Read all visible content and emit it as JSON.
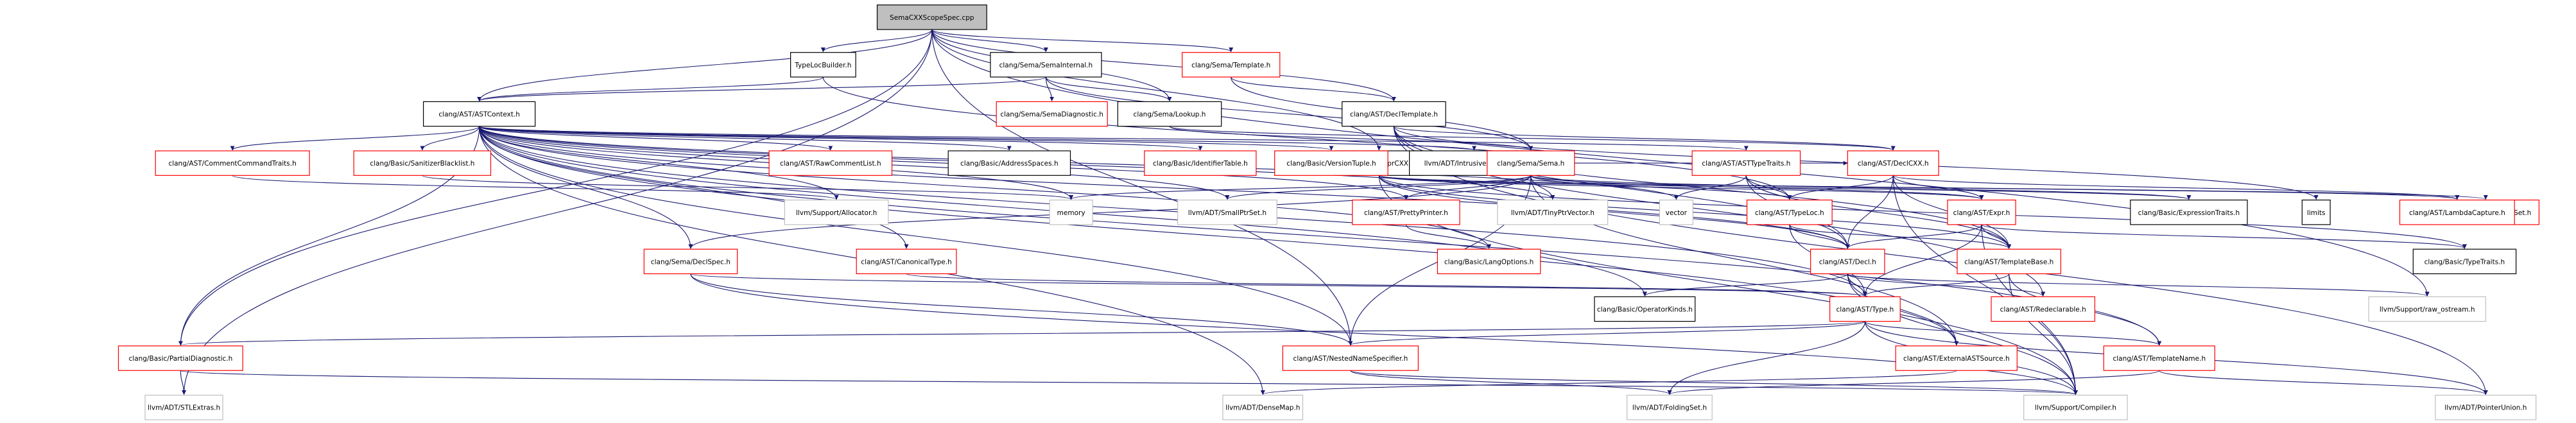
{
  "graph": {
    "nodes": [
      {
        "id": "root",
        "label": "SemaCXXScopeSpec.cpp",
        "style": "root"
      },
      {
        "id": "typelocbuilder",
        "label": "TypeLocBuilder.h",
        "style": "plain"
      },
      {
        "id": "semainternal",
        "label": "clang/Sema/SemaInternal.h",
        "style": "plain"
      },
      {
        "id": "semantemplate",
        "label": "clang/Sema/Template.h",
        "style": "red"
      },
      {
        "id": "astcontext",
        "label": "clang/AST/ASTContext.h",
        "style": "plain"
      },
      {
        "id": "semadiagnostic",
        "label": "clang/Sema/SemaDiagnostic.h",
        "style": "red"
      },
      {
        "id": "lookup",
        "label": "clang/Sema/Lookup.h",
        "style": "plain"
      },
      {
        "id": "decltemplate",
        "label": "clang/AST/DeclTemplate.h",
        "style": "plain"
      },
      {
        "id": "exprcxx",
        "label": "clang/AST/ExprCXX.h",
        "style": "plain"
      },
      {
        "id": "commentcommandtraits",
        "label": "clang/AST/CommentCommandTraits.h",
        "style": "red"
      },
      {
        "id": "sanitizerblacklist",
        "label": "clang/Basic/SanitizerBlacklist.h",
        "style": "red"
      },
      {
        "id": "rawcommentlist",
        "label": "clang/AST/RawCommentList.h",
        "style": "red"
      },
      {
        "id": "addressspaces",
        "label": "clang/Basic/AddressSpaces.h",
        "style": "plain"
      },
      {
        "id": "identifiertable",
        "label": "clang/Basic/IdentifierTable.h",
        "style": "red"
      },
      {
        "id": "versiontuple",
        "label": "clang/Basic/VersionTuple.h",
        "style": "red"
      },
      {
        "id": "intrusiverefcntptr",
        "label": "llvm/ADT/IntrusiveRefCntPtr.h",
        "style": "plain"
      },
      {
        "id": "semah",
        "label": "clang/Sema/Sema.h",
        "style": "red"
      },
      {
        "id": "asttypetraits",
        "label": "clang/AST/ASTTypeTraits.h",
        "style": "red"
      },
      {
        "id": "declcxx",
        "label": "clang/AST/DeclCXX.h",
        "style": "red"
      },
      {
        "id": "limits",
        "label": "limits",
        "style": "plain"
      },
      {
        "id": "unresolvedset",
        "label": "clang/AST/UnresolvedSet.h",
        "style": "red"
      },
      {
        "id": "allocator",
        "label": "llvm/Support/Allocator.h",
        "style": "gray"
      },
      {
        "id": "memory",
        "label": "memory",
        "style": "gray"
      },
      {
        "id": "smallptrset",
        "label": "llvm/ADT/SmallPtrSet.h",
        "style": "gray"
      },
      {
        "id": "prettyprinter",
        "label": "clang/AST/PrettyPrinter.h",
        "style": "red"
      },
      {
        "id": "tinyptrvector",
        "label": "llvm/ADT/TinyPtrVector.h",
        "style": "gray"
      },
      {
        "id": "vector",
        "label": "vector",
        "style": "gray"
      },
      {
        "id": "typeloc",
        "label": "clang/AST/TypeLoc.h",
        "style": "red"
      },
      {
        "id": "expr",
        "label": "clang/AST/Expr.h",
        "style": "red"
      },
      {
        "id": "expressiontraits",
        "label": "clang/Basic/ExpressionTraits.h",
        "style": "plain"
      },
      {
        "id": "lambdacapture",
        "label": "clang/AST/LambdaCapture.h",
        "style": "red"
      },
      {
        "id": "langoptions",
        "label": "clang/Basic/LangOptions.h",
        "style": "red"
      },
      {
        "id": "declspec",
        "label": "clang/Sema/DeclSpec.h",
        "style": "red"
      },
      {
        "id": "canonicaltype",
        "label": "clang/AST/CanonicalType.h",
        "style": "red"
      },
      {
        "id": "decl",
        "label": "clang/AST/Decl.h",
        "style": "red"
      },
      {
        "id": "templatebase",
        "label": "clang/AST/TemplateBase.h",
        "style": "red"
      },
      {
        "id": "typetraits",
        "label": "clang/Basic/TypeTraits.h",
        "style": "plain"
      },
      {
        "id": "operatorkinds",
        "label": "clang/Basic/OperatorKinds.h",
        "style": "plain"
      },
      {
        "id": "redeclarable",
        "label": "clang/AST/Redeclarable.h",
        "style": "red"
      },
      {
        "id": "rawostream",
        "label": "llvm/Support/raw_ostream.h",
        "style": "gray"
      },
      {
        "id": "typeh",
        "label": "clang/AST/Type.h",
        "style": "red"
      },
      {
        "id": "partialdiagnostic",
        "label": "clang/Basic/PartialDiagnostic.h",
        "style": "red"
      },
      {
        "id": "nestednamespecifier",
        "label": "clang/AST/NestedNameSpecifier.h",
        "style": "red"
      },
      {
        "id": "externalastsource",
        "label": "clang/AST/ExternalASTSource.h",
        "style": "red"
      },
      {
        "id": "templatename",
        "label": "clang/AST/TemplateName.h",
        "style": "red"
      },
      {
        "id": "stlextras",
        "label": "llvm/ADT/STLExtras.h",
        "style": "gray"
      },
      {
        "id": "densemap",
        "label": "llvm/ADT/DenseMap.h",
        "style": "gray"
      },
      {
        "id": "foldingset",
        "label": "llvm/ADT/FoldingSet.h",
        "style": "gray"
      },
      {
        "id": "compiler",
        "label": "llvm/Support/Compiler.h",
        "style": "gray"
      },
      {
        "id": "pointerunion",
        "label": "llvm/ADT/PointerUnion.h",
        "style": "gray"
      }
    ],
    "edges": [
      [
        "root",
        "typelocbuilder"
      ],
      [
        "root",
        "semainternal"
      ],
      [
        "root",
        "semantemplate"
      ],
      [
        "root",
        "astcontext"
      ],
      [
        "root",
        "lookup"
      ],
      [
        "root",
        "decltemplate"
      ],
      [
        "root",
        "exprcxx"
      ],
      [
        "root",
        "nestednamespecifier"
      ],
      [
        "root",
        "partialdiagnostic"
      ],
      [
        "root",
        "stlextras"
      ],
      [
        "root",
        "rawostream"
      ],
      [
        "typelocbuilder",
        "astcontext"
      ],
      [
        "typelocbuilder",
        "typeloc"
      ],
      [
        "semainternal",
        "semadiagnostic"
      ],
      [
        "semainternal",
        "semah"
      ],
      [
        "semainternal",
        "lookup"
      ],
      [
        "semainternal",
        "astcontext"
      ],
      [
        "semantemplate",
        "decltemplate"
      ],
      [
        "semantemplate",
        "semah"
      ],
      [
        "lookup",
        "semah"
      ],
      [
        "lookup",
        "declcxx"
      ],
      [
        "decltemplate",
        "declcxx"
      ],
      [
        "decltemplate",
        "limits"
      ],
      [
        "decltemplate",
        "templatebase"
      ],
      [
        "decltemplate",
        "redeclarable"
      ],
      [
        "decltemplate",
        "decl"
      ],
      [
        "decltemplate",
        "pointerunion"
      ],
      [
        "exprcxx",
        "declcxx"
      ],
      [
        "exprcxx",
        "lambdacapture"
      ],
      [
        "exprcxx",
        "unresolvedset"
      ],
      [
        "exprcxx",
        "expressiontraits"
      ],
      [
        "exprcxx",
        "typetraits"
      ],
      [
        "exprcxx",
        "templatebase"
      ],
      [
        "exprcxx",
        "expr"
      ],
      [
        "exprcxx",
        "decl"
      ],
      [
        "exprcxx",
        "compiler"
      ],
      [
        "astcontext",
        "commentcommandtraits"
      ],
      [
        "astcontext",
        "sanitizerblacklist"
      ],
      [
        "astcontext",
        "rawcommentlist"
      ],
      [
        "astcontext",
        "addressspaces"
      ],
      [
        "astcontext",
        "identifiertable"
      ],
      [
        "astcontext",
        "versiontuple"
      ],
      [
        "astcontext",
        "intrusiverefcntptr"
      ],
      [
        "astcontext",
        "asttypetraits"
      ],
      [
        "astcontext",
        "allocator"
      ],
      [
        "astcontext",
        "memory"
      ],
      [
        "astcontext",
        "smallptrset"
      ],
      [
        "astcontext",
        "prettyprinter"
      ],
      [
        "astcontext",
        "tinyptrvector"
      ],
      [
        "astcontext",
        "vector"
      ],
      [
        "astcontext",
        "declspec"
      ],
      [
        "astcontext",
        "canonicaltype"
      ],
      [
        "astcontext",
        "langoptions"
      ],
      [
        "astcontext",
        "operatorkinds"
      ],
      [
        "astcontext",
        "decl"
      ],
      [
        "astcontext",
        "typeh"
      ],
      [
        "astcontext",
        "partialdiagnostic"
      ],
      [
        "astcontext",
        "nestednamespecifier"
      ],
      [
        "astcontext",
        "externalastsource"
      ],
      [
        "astcontext",
        "templatename"
      ],
      [
        "astcontext",
        "densemap"
      ],
      [
        "commentcommandtraits",
        "allocator"
      ],
      [
        "sanitizerblacklist",
        "memory"
      ],
      [
        "semah",
        "smallptrset"
      ],
      [
        "semah",
        "tinyptrvector"
      ],
      [
        "semah",
        "prettyprinter"
      ],
      [
        "semah",
        "typeloc"
      ],
      [
        "semah",
        "expr"
      ],
      [
        "semah",
        "expressiontraits"
      ],
      [
        "semah",
        "externalastsource"
      ],
      [
        "semah",
        "nestednamespecifier"
      ],
      [
        "semah",
        "declspec"
      ],
      [
        "semah",
        "memory"
      ],
      [
        "asttypetraits",
        "typeloc"
      ],
      [
        "asttypetraits",
        "decl"
      ],
      [
        "asttypetraits",
        "templatebase"
      ],
      [
        "asttypetraits",
        "vector"
      ],
      [
        "declcxx",
        "typeloc"
      ],
      [
        "declcxx",
        "expr"
      ],
      [
        "declcxx",
        "lambdacapture"
      ],
      [
        "declcxx",
        "decl"
      ],
      [
        "declcxx",
        "templatebase"
      ],
      [
        "declcxx",
        "compiler"
      ],
      [
        "prettyprinter",
        "langoptions"
      ],
      [
        "typeloc",
        "decl"
      ],
      [
        "typeloc",
        "templatebase"
      ],
      [
        "typeloc",
        "typeh"
      ],
      [
        "expr",
        "decl"
      ],
      [
        "expr",
        "templatebase"
      ],
      [
        "expr",
        "typetraits"
      ],
      [
        "expr",
        "typeh"
      ],
      [
        "expr",
        "compiler"
      ],
      [
        "declspec",
        "nestednamespecifier"
      ],
      [
        "declspec",
        "typeh"
      ],
      [
        "declspec",
        "compiler"
      ],
      [
        "canonicaltype",
        "typeh"
      ],
      [
        "decl",
        "operatorkinds"
      ],
      [
        "decl",
        "redeclarable"
      ],
      [
        "decl",
        "rawostream"
      ],
      [
        "decl",
        "externalastsource"
      ],
      [
        "decl",
        "typeh"
      ],
      [
        "decl",
        "compiler"
      ],
      [
        "templatebase",
        "typeh"
      ],
      [
        "templatebase",
        "templatename"
      ],
      [
        "templatebase",
        "compiler"
      ],
      [
        "typeh",
        "partialdiagnostic"
      ],
      [
        "typeh",
        "nestednamespecifier"
      ],
      [
        "typeh",
        "templatename"
      ],
      [
        "typeh",
        "foldingset"
      ],
      [
        "typeh",
        "compiler"
      ],
      [
        "typeh",
        "pointerunion"
      ],
      [
        "partialdiagnostic",
        "stlextras"
      ],
      [
        "partialdiagnostic",
        "compiler"
      ],
      [
        "nestednamespecifier",
        "foldingset"
      ],
      [
        "nestednamespecifier",
        "compiler"
      ],
      [
        "externalastsource",
        "densemap"
      ],
      [
        "templatename",
        "foldingset"
      ],
      [
        "templatename",
        "pointerunion"
      ]
    ]
  }
}
